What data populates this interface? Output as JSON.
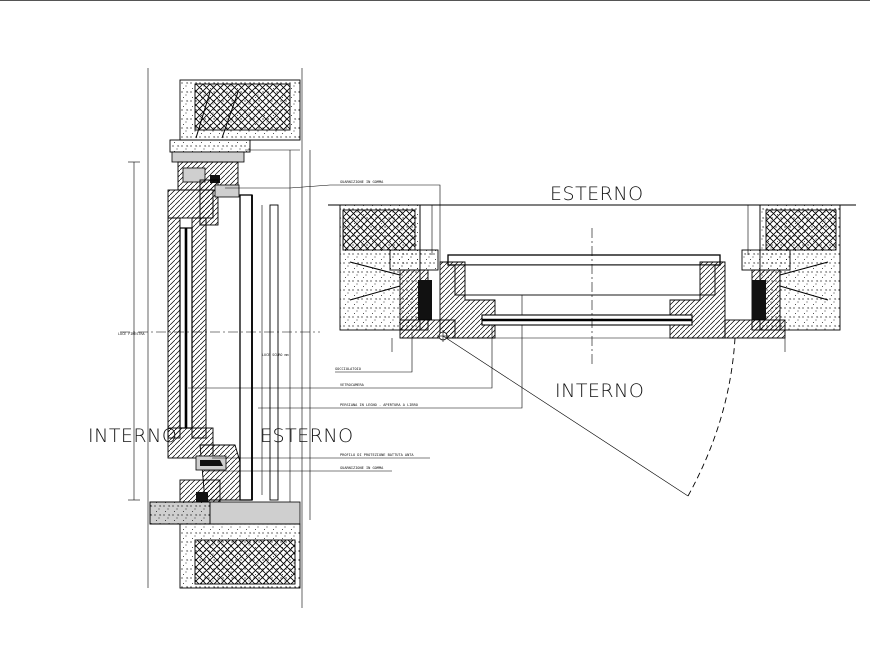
{
  "labels": {
    "interno_left": "INTERNO",
    "esterno_left": "ESTERNO",
    "esterno_plan": "ESTERNO",
    "interno_plan": "INTERNO"
  },
  "callouts": {
    "guarnizione_top": "GUARNIZIONE IN GOMMA",
    "gocciolatoio": "GOCCIOLATOIO",
    "vetrocamera": "VETROCAMERA",
    "persiana": "PERSIANA IN LEGNO - APERTURA A LIBRO",
    "profilo": "PROFILO DI PROTEZIONE BATTUTA ANTA",
    "guarnizione_bottom": "GUARNIZIONE IN GOMMA"
  },
  "dimensions": {
    "luce_interno": "LUCE FINESTRA",
    "luce_esterno": "LUCE SCURO mm"
  },
  "colors": {
    "line": "#000000",
    "background": "#ffffff"
  }
}
